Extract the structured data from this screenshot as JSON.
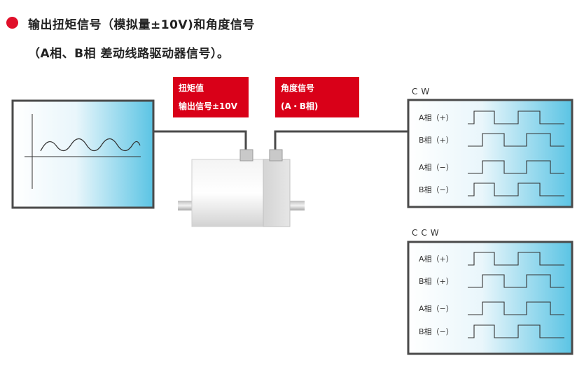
{
  "heading": {
    "line1": "输出扭矩信号（模拟量±10V)和角度信号",
    "line2": "（A相、B相 差动线路驱动器信号）。"
  },
  "callouts": {
    "torque": [
      "扭矩值",
      "输出信号±10V"
    ],
    "angle": [
      "角度信号",
      "(A・B相)"
    ]
  },
  "colors": {
    "accent": "#d90018",
    "panel_gradient_start": "#ffffff",
    "panel_gradient_end": "#5bc4e4",
    "frame": "#4a4a4a"
  },
  "cw": {
    "title": "CW",
    "signals": [
      {
        "label": "A相（+）",
        "levels": [
          1,
          0,
          1,
          0
        ],
        "start_high": true
      },
      {
        "label": "B相（+）",
        "levels": [
          0,
          1,
          0,
          1
        ],
        "start_high": false
      },
      {
        "label": "A相（−）",
        "levels": [
          0,
          1,
          0,
          1
        ],
        "start_high": false
      },
      {
        "label": "B相（−）",
        "levels": [
          1,
          0,
          1,
          0
        ],
        "start_high": true
      }
    ]
  },
  "ccw": {
    "title": "CCW",
    "signals": [
      {
        "label": "A相（+）",
        "levels": [
          1,
          0,
          1,
          0
        ],
        "start_high": true
      },
      {
        "label": "B相（+）",
        "levels": [
          0,
          1,
          0,
          1
        ],
        "start_high": false
      },
      {
        "label": "A相（−）",
        "levels": [
          0,
          1,
          0,
          1
        ],
        "start_high": false
      },
      {
        "label": "B相（−）",
        "levels": [
          1,
          0,
          1,
          0
        ],
        "start_high": true
      }
    ]
  }
}
